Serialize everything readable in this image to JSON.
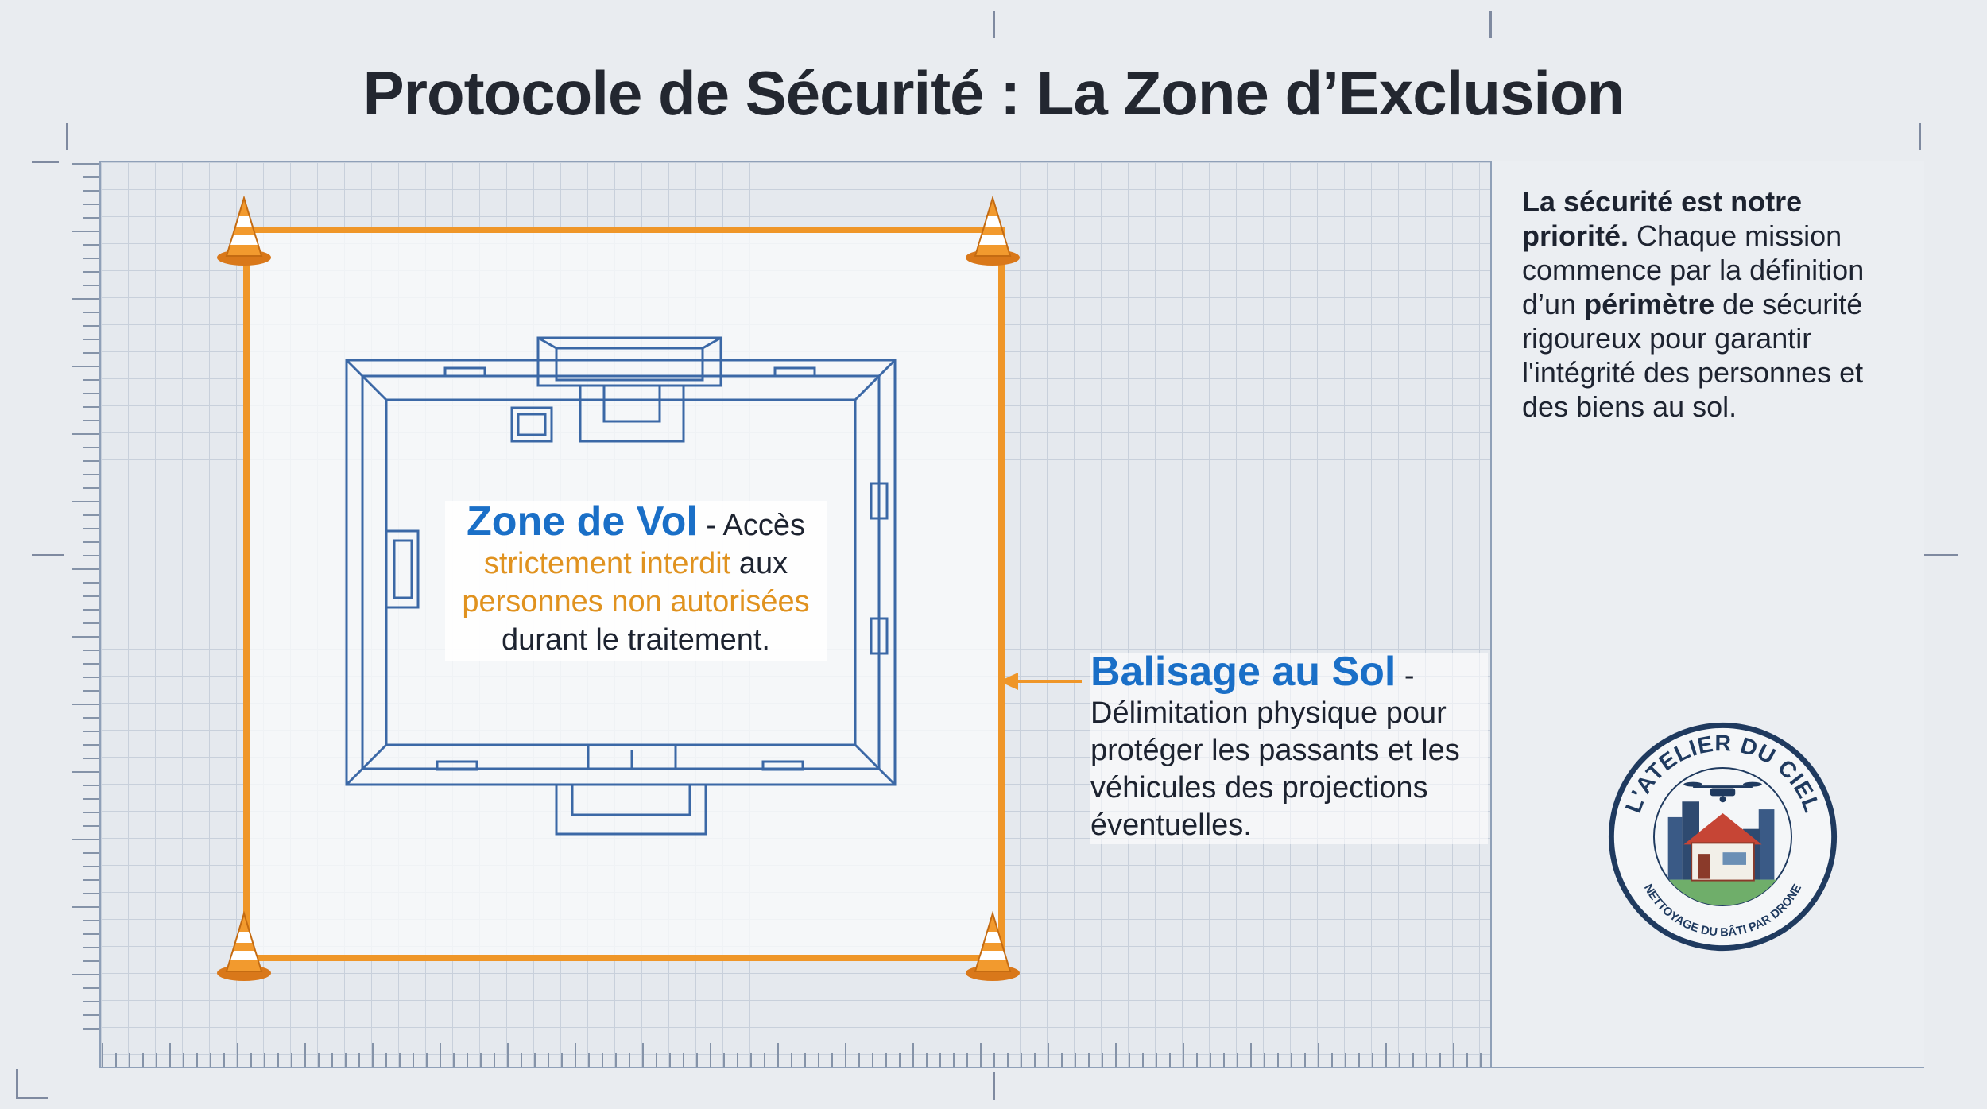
{
  "title": "Protocole de Sécurité : La Zone d’Exclusion",
  "colors": {
    "accent_orange": "#ef9628",
    "accent_blue": "#1a6fc7",
    "blueprint_line": "#3b68a6",
    "logo_navy": "#1f3a5f"
  },
  "sidebar": {
    "heading": "La sécurité est notre priorité.",
    "text_1": "Chaque mission commence par la définition d’un",
    "bold_word": "périmètre",
    "text_2": "de sécurité rigoureux pour garantir l'intégrité des personnes et des biens au sol."
  },
  "flight_zone": {
    "title": "Zone de Vol",
    "sep": " - ",
    "text_a": "Accès",
    "highlight_1": "strictement interdit",
    "text_b": "aux",
    "highlight_2": "personnes non autorisées",
    "text_c": "durant le traitement."
  },
  "ground_marking": {
    "title": "Balisage au Sol",
    "sep": " -",
    "text": "Délimitation physique pour protéger les passants et les véhicules des projections éventuelles."
  },
  "logo": {
    "brand_text": "L'ATELIER DU CIEL",
    "tagline": "NETTOYAGE DU BÂTI PAR DRONE"
  },
  "icons": {
    "cone": "traffic-cone-icon",
    "arrow": "arrow-left-icon",
    "building": "building-floorplan-icon",
    "drone": "drone-icon",
    "house": "house-icon"
  }
}
